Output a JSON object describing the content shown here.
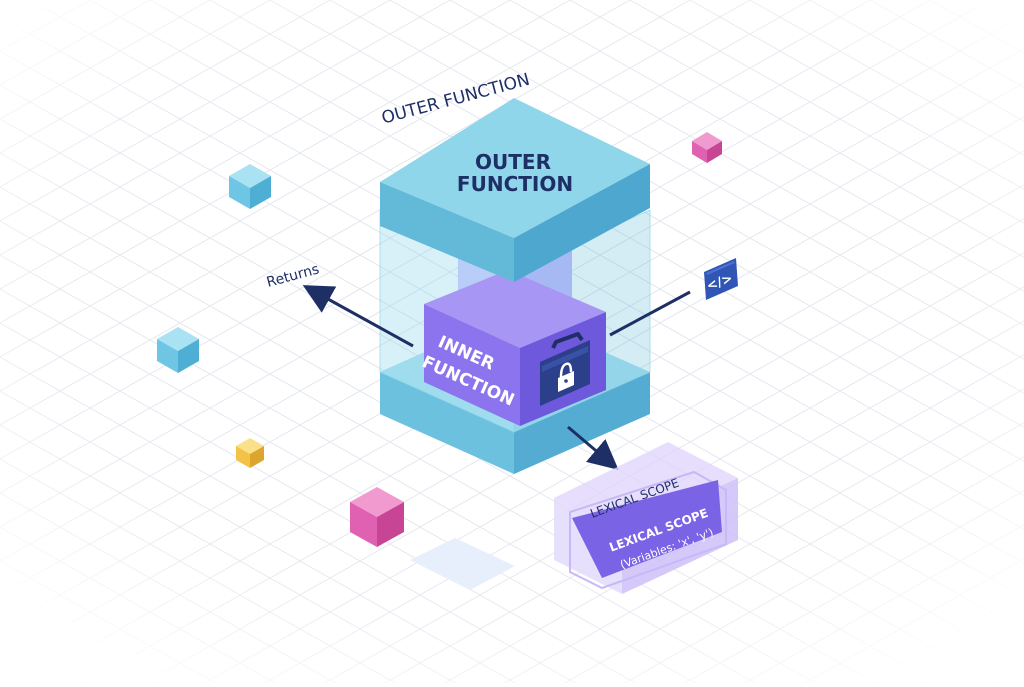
{
  "diagram": {
    "title_label": "OUTER FUNCTION",
    "outer_box": {
      "line1": "OUTER",
      "line2": "FUNCTION"
    },
    "inner_box": {
      "line1": "INNER",
      "line2": "FUNCTION",
      "icon": "lock-briefcase-icon"
    },
    "returns_label": "Returns",
    "code_icon": {
      "icon": "code-icon",
      "glyph": "</>"
    },
    "lexical_scope": {
      "outer_label": "LEXICAL SCOPE",
      "inner_line1": "LEXICAL SCOPE",
      "inner_line2": "(Variables: 'x', 'y')"
    }
  },
  "colors": {
    "outer_top": "#8fd6ea",
    "outer_side": "#63bad8",
    "inner_front": "#8b74ee",
    "inner_side": "#6e58dc",
    "navy": "#1e2f66",
    "cube_blue": "#6ec6e4",
    "cube_pink": "#e060b2",
    "cube_yellow": "#f4c247",
    "lexical_glow": "#c9b8f7"
  }
}
